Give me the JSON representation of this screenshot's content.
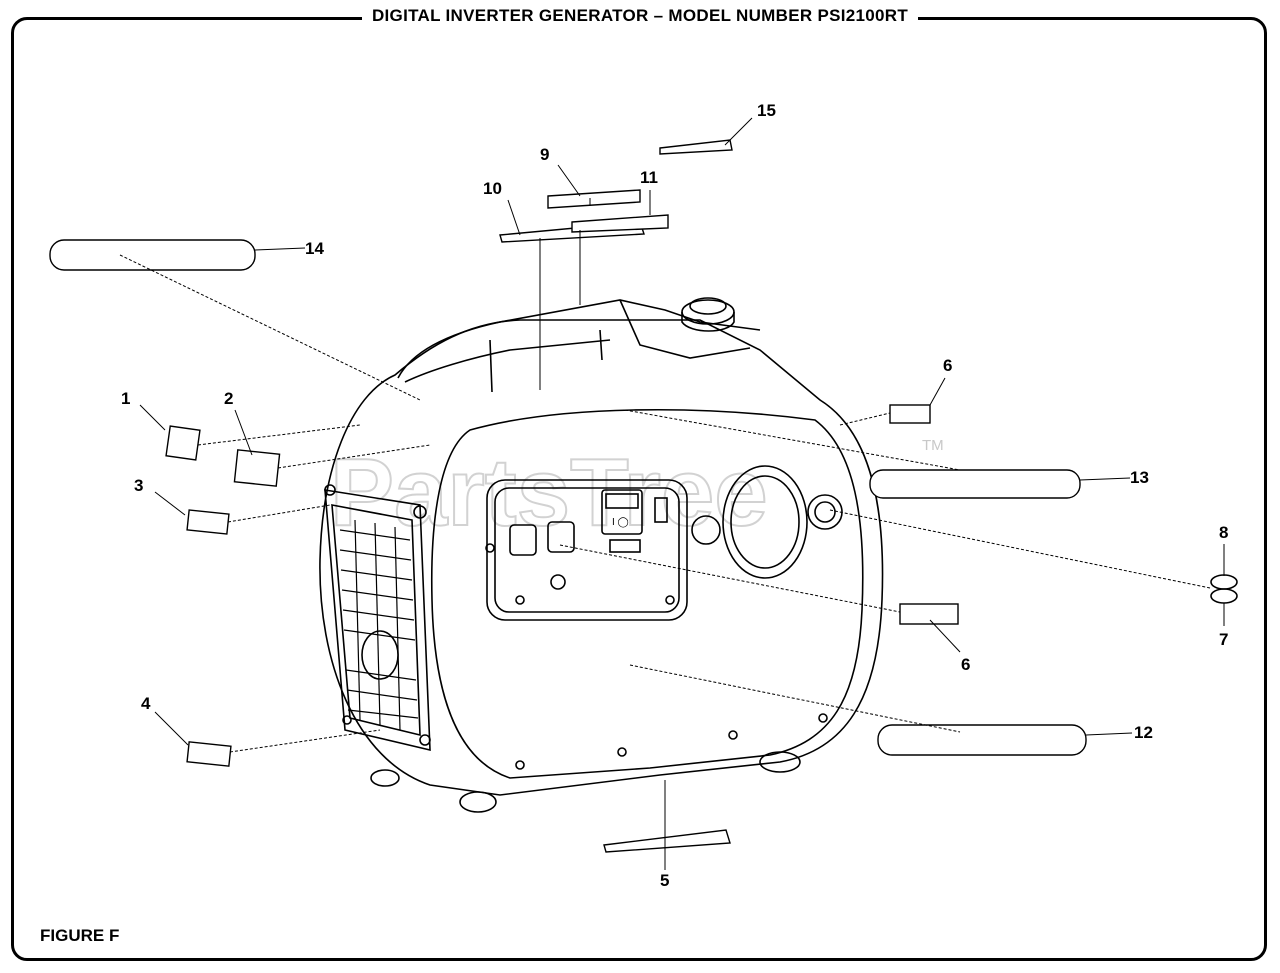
{
  "title": "DIGITAL INVERTER GENERATOR – MODEL NUMBER PSI2100RT",
  "figure_label": "FIGURE F",
  "watermark": {
    "text": "PartsTree",
    "trademark": "TM"
  },
  "callouts": [
    "1",
    "2",
    "3",
    "4",
    "5",
    "6",
    "6",
    "7",
    "8",
    "9",
    "10",
    "11",
    "12",
    "13",
    "14",
    "15"
  ],
  "panel": {
    "switch_marks": "I ◯"
  }
}
